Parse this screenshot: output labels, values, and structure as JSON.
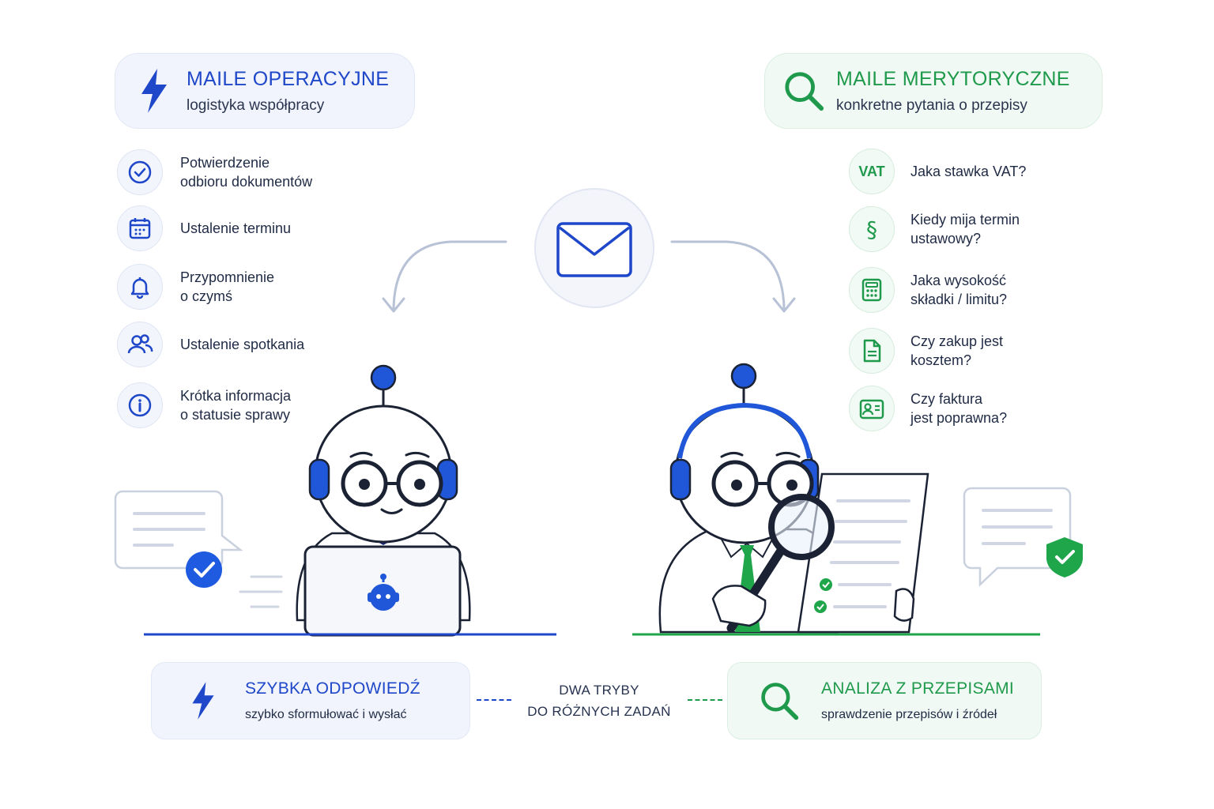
{
  "left_header": {
    "title": "MAILE OPERACYJNE",
    "subtitle": "logistyka współpracy"
  },
  "right_header": {
    "title": "MAILE MERYTORYCZNE",
    "subtitle": "konkretne pytania o przepisy"
  },
  "left_items": [
    {
      "icon": "check-circle-icon",
      "label": "Potwierdzenie\nodbioru dokumentów"
    },
    {
      "icon": "calendar-icon",
      "label": "Ustalenie terminu"
    },
    {
      "icon": "bell-icon",
      "label": "Przypomnienie\no czymś"
    },
    {
      "icon": "people-icon",
      "label": "Ustalenie spotkania"
    },
    {
      "icon": "info-icon",
      "label": "Krótka informacja\no statusie sprawy"
    }
  ],
  "right_items": [
    {
      "icon": "vat-badge-icon",
      "badge": "VAT",
      "label": "Jaka stawka VAT?"
    },
    {
      "icon": "paragraph-icon",
      "label": "Kiedy mija termin\nustawowy?"
    },
    {
      "icon": "calculator-icon",
      "label": "Jaka wysokość\nskładki / limitu?"
    },
    {
      "icon": "document-icon",
      "label": "Czy zakup jest\nkosztem?"
    },
    {
      "icon": "invoice-person-icon",
      "label": "Czy faktura\njest poprawna?"
    }
  ],
  "bottom_left": {
    "title": "SZYBKA ODPOWIEDŹ",
    "subtitle": "szybko sformułować i wysłać"
  },
  "bottom_right": {
    "title": "ANALIZA Z PRZEPISAMI",
    "subtitle": "sprawdzenie przepisów i źródeł"
  },
  "center": {
    "line1": "DWA TRYBY",
    "line2": "DO RÓŻNYCH ZADAŃ"
  },
  "colors": {
    "blue": "#1f47c9",
    "green": "#1f9a4c",
    "light_blue": "#f1f4fc",
    "light_green": "#f0f9f3"
  }
}
